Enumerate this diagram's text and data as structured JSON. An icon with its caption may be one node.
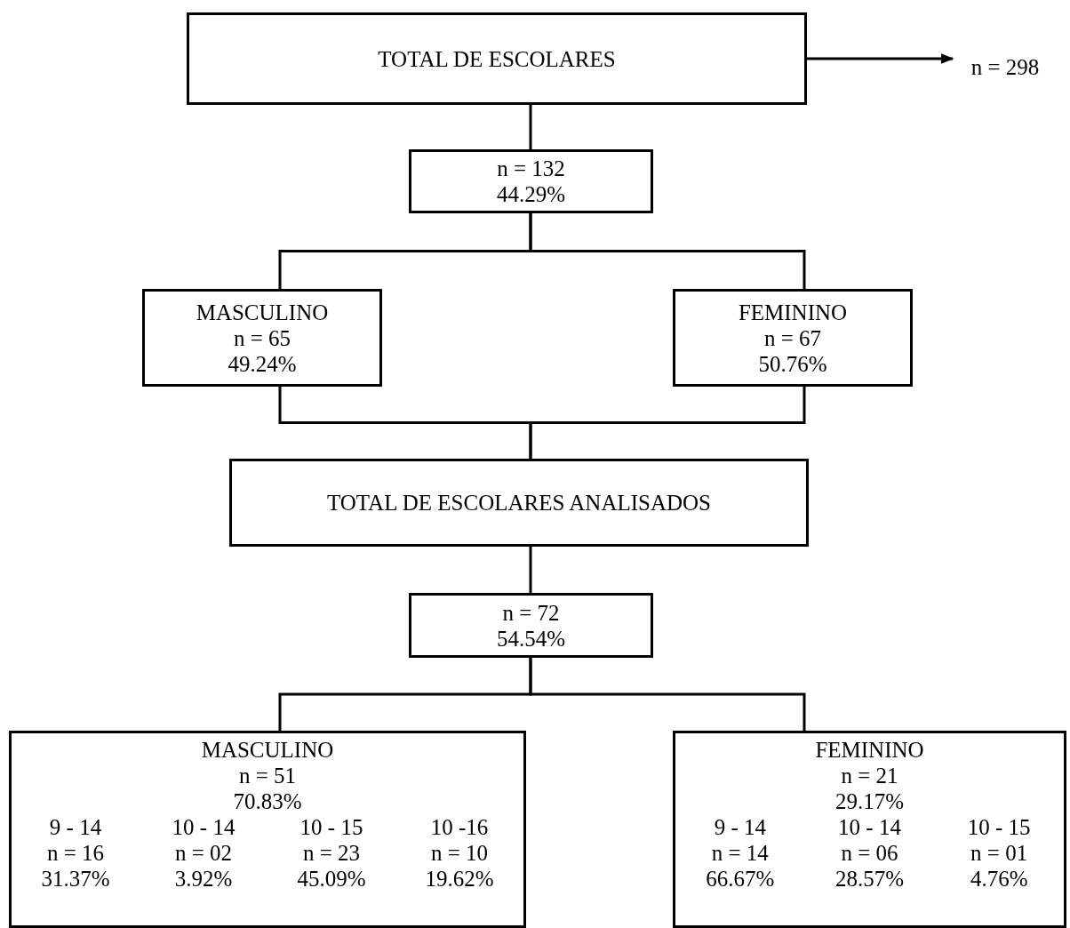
{
  "diagram": {
    "nodes": [
      {
        "text": [
          "TOTAL DE ESCOLARES"
        ]
      },
      {
        "text": [
          "n = 298"
        ]
      },
      {
        "text": [
          "n = 132",
          "44.29%"
        ]
      },
      {
        "text": [
          "MASCULINO",
          "n = 65",
          "49.24%"
        ]
      },
      {
        "text": [
          "FEMININO",
          "n = 67",
          "50.76%"
        ]
      },
      {
        "text": [
          "TOTAL DE ESCOLARES ANALISADOS"
        ]
      },
      {
        "text": [
          "n = 72",
          "54.54%"
        ]
      },
      {
        "text": [
          "MASCULINO",
          "n = 51",
          "70.83%",
          "9 - 14",
          "n = 16",
          "31.37%",
          "10 - 14",
          "n = 02",
          "3.92%",
          "10 - 15",
          "n = 23",
          "45.09%",
          "10 -16",
          "n = 10",
          "19.62%"
        ]
      },
      {
        "text": [
          "FEMININO",
          "n = 21",
          "29.17%",
          "9 - 14",
          "n = 14",
          "66.67%",
          "10 - 14",
          "n = 06",
          "28.57%",
          "10 - 15",
          "n = 01",
          "4.76%"
        ]
      }
    ],
    "edges": [
      {
        "from": 0,
        "to": 1,
        "arrow": "to"
      },
      {
        "from": 0,
        "to": 2,
        "arrow": "none"
      },
      {
        "from": 2,
        "to": 3,
        "arrow": "none"
      },
      {
        "from": 2,
        "to": 4,
        "arrow": "none"
      },
      {
        "from": 3,
        "to": 5,
        "arrow": "none"
      },
      {
        "from": 4,
        "to": 5,
        "arrow": "none"
      },
      {
        "from": 5,
        "to": 6,
        "arrow": "none"
      },
      {
        "from": 6,
        "to": 7,
        "arrow": "none"
      },
      {
        "from": 6,
        "to": 8,
        "arrow": "none"
      }
    ]
  }
}
